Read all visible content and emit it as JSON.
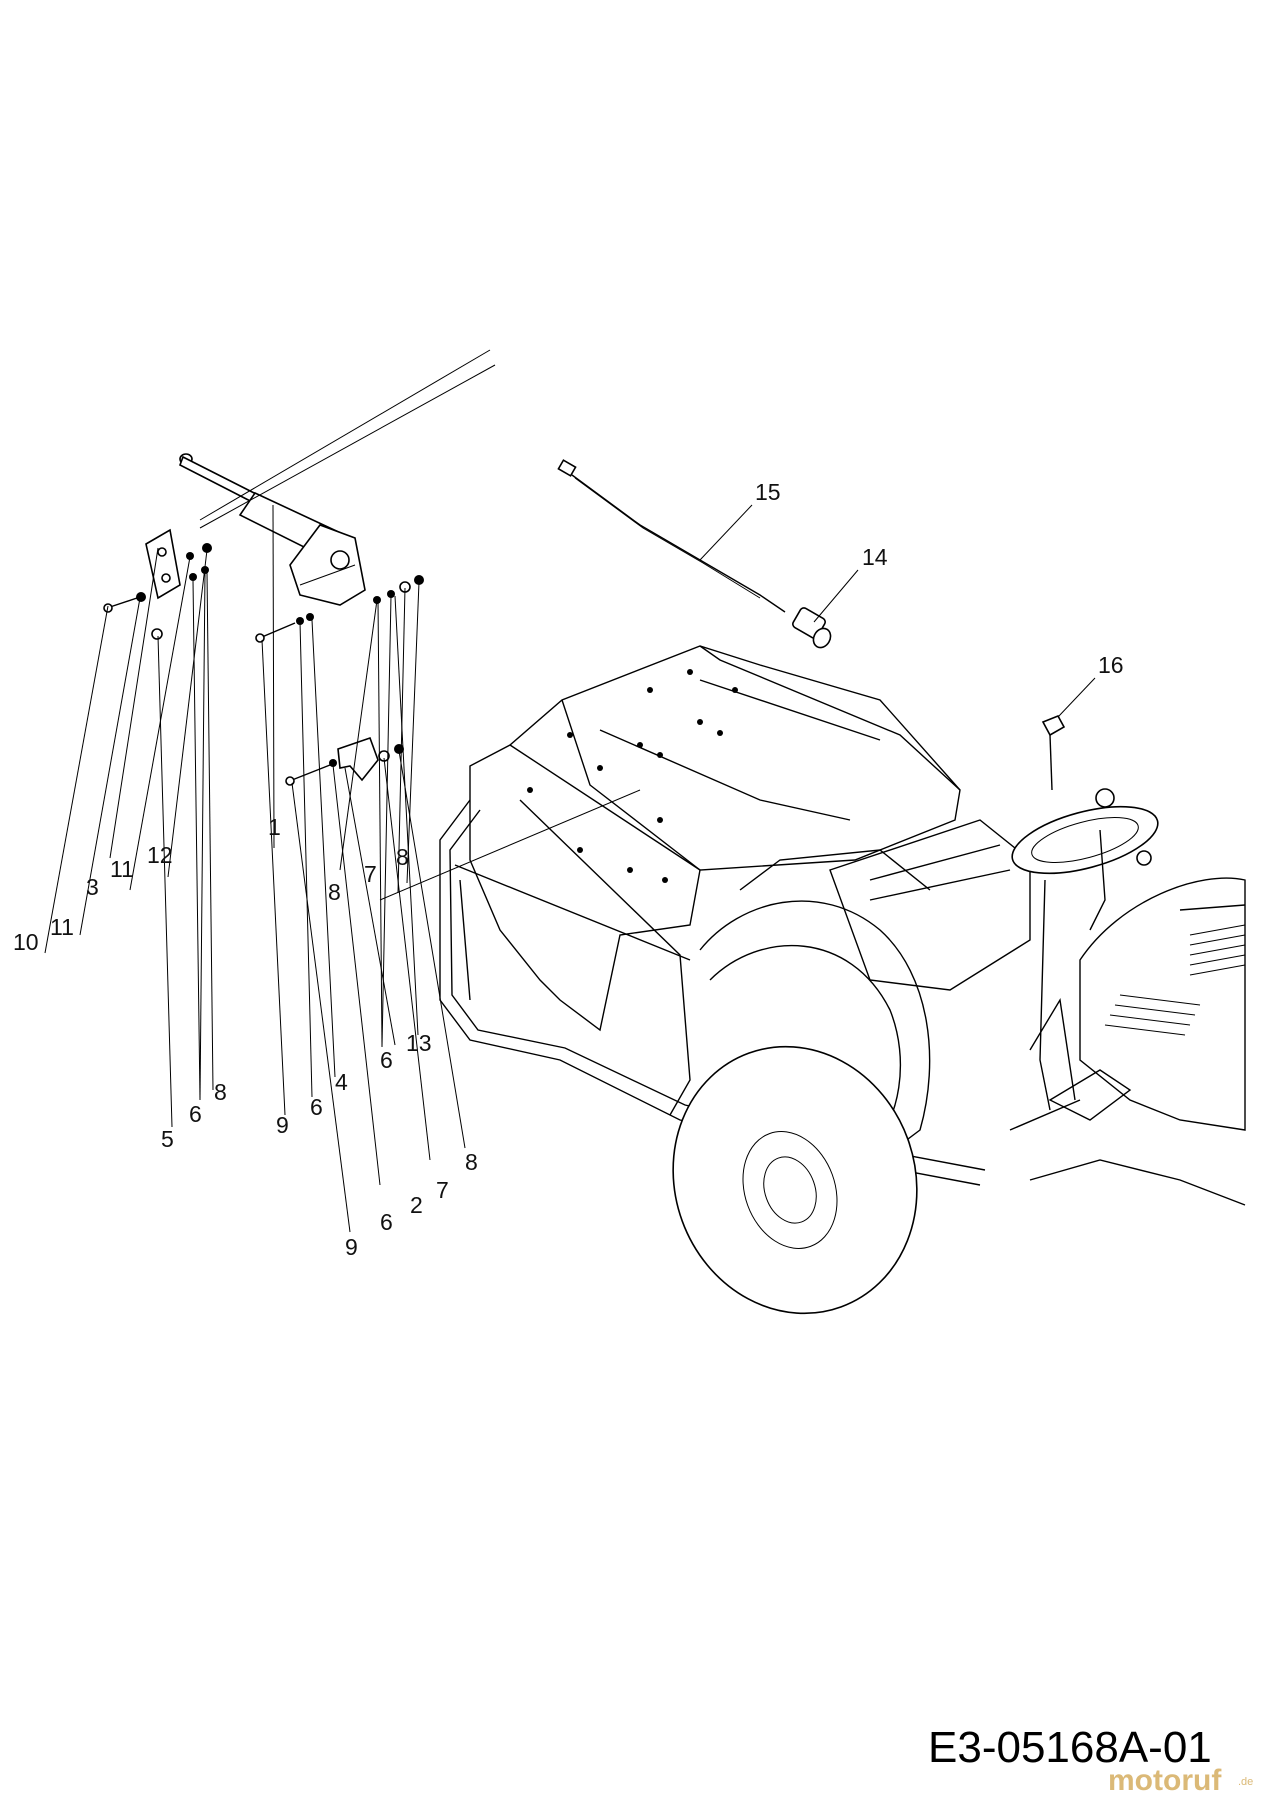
{
  "diagram": {
    "callouts": [
      "1",
      "2",
      "3",
      "4",
      "5",
      "6",
      "7",
      "8",
      "9",
      "10",
      "11",
      "12",
      "13",
      "14",
      "15",
      "16"
    ],
    "drawing_code": "E3-05168A-01",
    "watermark": "motoruf",
    "watermark_suffix": ".de"
  }
}
